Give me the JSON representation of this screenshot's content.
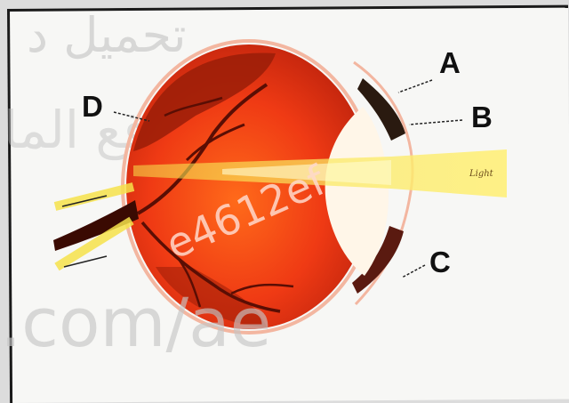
{
  "watermark": {
    "arabic_line1": "تحميل د",
    "arabic_line2": "موقع الما",
    "url_fragment": ".com/ae"
  },
  "labels": {
    "a": "A",
    "b": "B",
    "c": "C",
    "d": "D"
  },
  "code_overlay": "e4612ef",
  "light_label": "Light",
  "colors": {
    "eyeball": "#e8321a",
    "interior_dark": "#8a1a08",
    "light_beam": "#f6e24a",
    "lens": "#fff6e8"
  }
}
